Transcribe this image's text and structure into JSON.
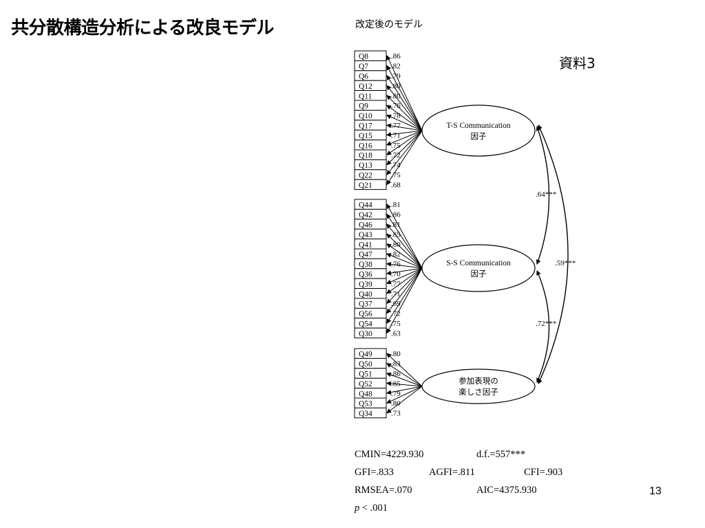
{
  "slide": {
    "title": "共分散構造分析による改良モデル",
    "material_label": "資料3",
    "page_number": "13"
  },
  "diagram": {
    "caption": "改定後のモデル",
    "factors": [
      {
        "id": "ts",
        "label_lines": [
          "T-S Communication",
          "因子"
        ],
        "items": [
          {
            "name": "Q8",
            "loading": ".86"
          },
          {
            "name": "Q7",
            "loading": ".82"
          },
          {
            "name": "Q6",
            "loading": ".79"
          },
          {
            "name": "Q12",
            "loading": ".80"
          },
          {
            "name": "Q11",
            "loading": ".80"
          },
          {
            "name": "Q9",
            "loading": ".76"
          },
          {
            "name": "Q10",
            "loading": ".78"
          },
          {
            "name": "Q17",
            "loading": ".77"
          },
          {
            "name": "Q15",
            "loading": ".71"
          },
          {
            "name": "Q16",
            "loading": ".75"
          },
          {
            "name": "Q18",
            "loading": ".72"
          },
          {
            "name": "Q13",
            "loading": ".74"
          },
          {
            "name": "Q22",
            "loading": ".75"
          },
          {
            "name": "Q21",
            "loading": ".68"
          }
        ]
      },
      {
        "id": "ss",
        "label_lines": [
          "S-S Communication",
          "因子"
        ],
        "items": [
          {
            "name": "Q44",
            "loading": ".81"
          },
          {
            "name": "Q42",
            "loading": ".86"
          },
          {
            "name": "Q46",
            "loading": ".81"
          },
          {
            "name": "Q43",
            "loading": ".85"
          },
          {
            "name": "Q41",
            "loading": ".80"
          },
          {
            "name": "Q47",
            "loading": ".82"
          },
          {
            "name": "Q38",
            "loading": ".76"
          },
          {
            "name": "Q36",
            "loading": ".70"
          },
          {
            "name": "Q39",
            "loading": ".77"
          },
          {
            "name": "Q40",
            "loading": ".71"
          },
          {
            "name": "Q37",
            "loading": ".69"
          },
          {
            "name": "Q56",
            "loading": ".72"
          },
          {
            "name": "Q54",
            "loading": ".75"
          },
          {
            "name": "Q30",
            "loading": ".63"
          }
        ]
      },
      {
        "id": "fun",
        "label_lines": [
          "参加表現の",
          "楽しさ因子"
        ],
        "items": [
          {
            "name": "Q49",
            "loading": ".80"
          },
          {
            "name": "Q50",
            "loading": ".83"
          },
          {
            "name": "Q51",
            "loading": ".86"
          },
          {
            "name": "Q52",
            "loading": ".85"
          },
          {
            "name": "Q48",
            "loading": ".79"
          },
          {
            "name": "Q53",
            "loading": ".80"
          },
          {
            "name": "Q34",
            "loading": ".73"
          }
        ]
      }
    ],
    "correlations": [
      {
        "from": "ts",
        "to": "ss",
        "label": ".64***"
      },
      {
        "from": "ss",
        "to": "fun",
        "label": ".72***"
      },
      {
        "from": "ts",
        "to": "fun",
        "label": ".59***"
      }
    ]
  },
  "fit": {
    "cmin": "CMIN=4229.930",
    "df": "d.f.=557***",
    "gfi": "GFI=.833",
    "agfi": "AGFI=.811",
    "cfi": "CFI=.903",
    "rmsea": "RMSEA=.070",
    "aic": "AIC=4375.930",
    "p_symbol": "p",
    "p_rest": " < .001"
  }
}
